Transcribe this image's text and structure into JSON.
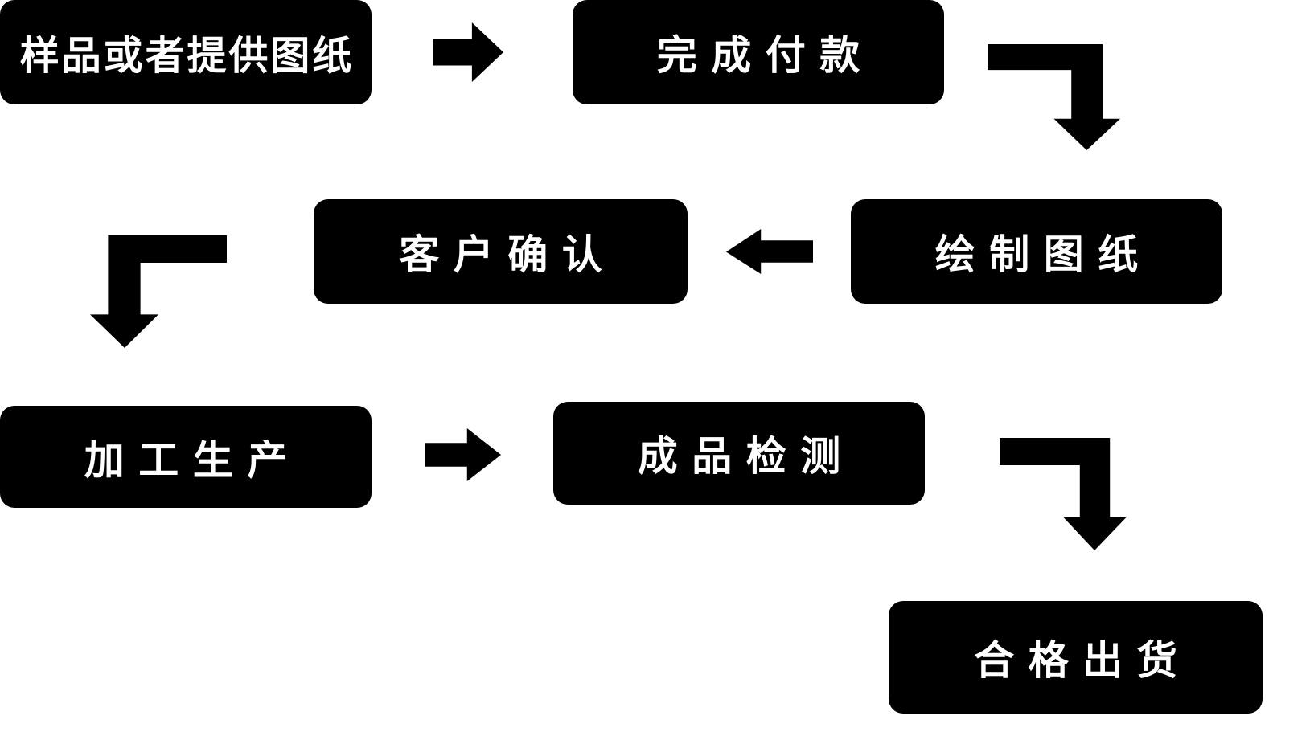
{
  "diagram": {
    "type": "flowchart",
    "nodes": [
      {
        "id": "node-1",
        "label": "样品或者提供图纸"
      },
      {
        "id": "node-2",
        "label": "完成付款"
      },
      {
        "id": "node-3",
        "label": "绘制图纸"
      },
      {
        "id": "node-4",
        "label": "客户确认"
      },
      {
        "id": "node-5",
        "label": "加工生产"
      },
      {
        "id": "node-6",
        "label": "成品检测"
      },
      {
        "id": "node-7",
        "label": "合格出货"
      }
    ],
    "edges": [
      {
        "from": "node-1",
        "to": "node-2",
        "direction": "right"
      },
      {
        "from": "node-2",
        "to": "node-3",
        "direction": "right-then-down"
      },
      {
        "from": "node-3",
        "to": "node-4",
        "direction": "left"
      },
      {
        "from": "node-4",
        "to": "node-5",
        "direction": "left-then-down"
      },
      {
        "from": "node-5",
        "to": "node-6",
        "direction": "right"
      },
      {
        "from": "node-6",
        "to": "node-7",
        "direction": "right-then-down"
      }
    ],
    "colors": {
      "node_bg": "#000000",
      "node_text": "#ffffff",
      "arrow": "#000000",
      "background": "#ffffff"
    }
  }
}
